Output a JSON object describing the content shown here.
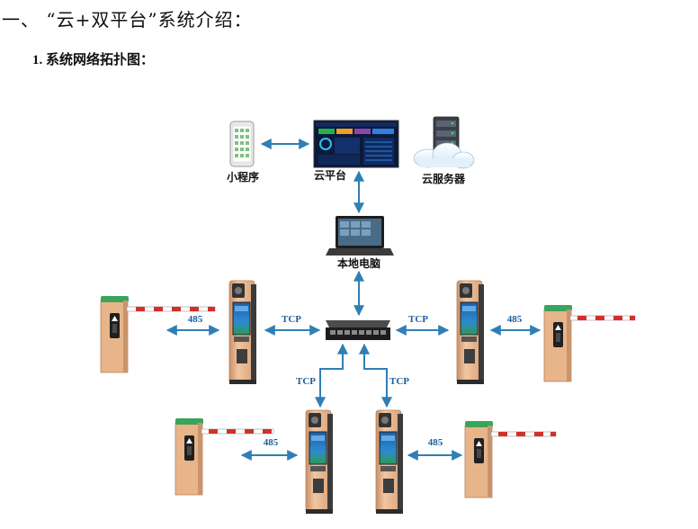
{
  "headings": {
    "section_title": "一、 “云+双平台”系统介绍：",
    "subsection_title": "1. 系统网络拓扑图："
  },
  "nodes": {
    "mini_program": "小程序",
    "cloud_platform": "云平台",
    "cloud_server": "云服务器",
    "local_pc": "本地电脑"
  },
  "links": {
    "tcp": "TCP",
    "rs485": "485"
  },
  "colors": {
    "arrow": "#2f7fb5",
    "barrier_body": "#e8b48a",
    "terminal_body": "#e6b48d",
    "boom_red": "#d4302a"
  }
}
